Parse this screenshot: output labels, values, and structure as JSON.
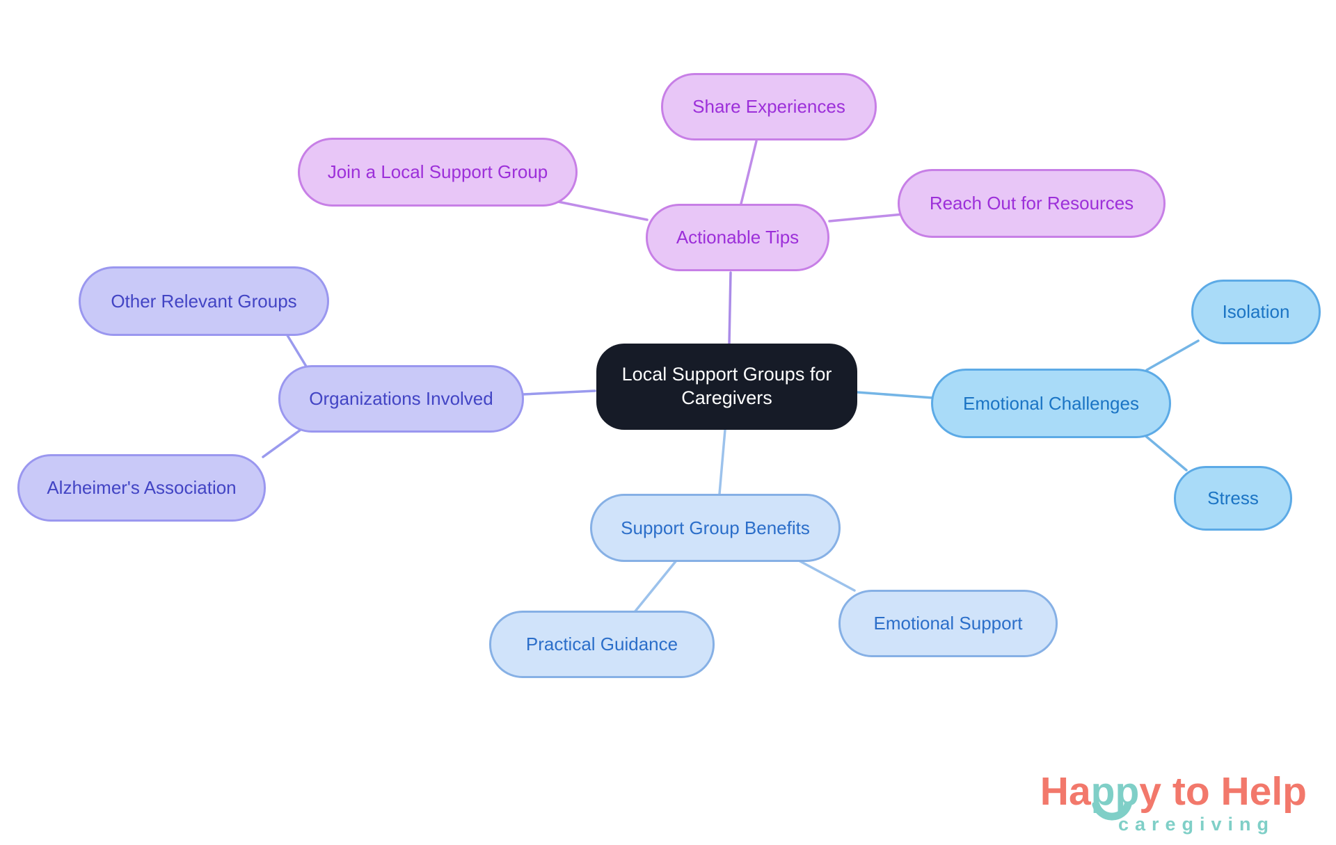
{
  "palette": {
    "background": "#ffffff",
    "central_fill": "#161b27",
    "central_text": "#ffffff",
    "purple_fill": "#e8c6f7",
    "purple_border": "#c77fe6",
    "purple_text": "#9c2fd9",
    "purple_line": "#bf8ce9",
    "purple_trunk_line": "#ab8ce8",
    "periwinkle_fill": "#c9c9f8",
    "periwinkle_border": "#9a97ef",
    "periwinkle_text": "#4244c4",
    "periwinkle_line": "#9a9aee",
    "sky_fill": "#a9dbf8",
    "sky_border": "#5caae6",
    "sky_text": "#1b74c4",
    "sky_line": "#74b5e6",
    "pale_fill": "#d0e3fa",
    "pale_border": "#86b0e5",
    "pale_text": "#2b6ec9",
    "pale_line": "#9cc2ec",
    "logo_coral": "#f2786b",
    "logo_teal": "#7fcfc7"
  },
  "nodes": {
    "central": "Local Support Groups for Caregivers",
    "tips": "Actionable Tips",
    "join": "Join a Local Support Group",
    "share": "Share Experiences",
    "reach": "Reach Out for Resources",
    "challenges": "Emotional Challenges",
    "isolation": "Isolation",
    "stress": "Stress",
    "organizations": "Organizations Involved",
    "other_groups": "Other Relevant Groups",
    "alzheimers": "Alzheimer's Association",
    "benefits": "Support Group Benefits",
    "practical": "Practical Guidance",
    "emotional_support": "Emotional Support"
  },
  "hierarchy": {
    "root": "central",
    "branches": [
      {
        "node": "tips",
        "children": [
          "join",
          "share",
          "reach"
        ]
      },
      {
        "node": "challenges",
        "children": [
          "isolation",
          "stress"
        ]
      },
      {
        "node": "organizations",
        "children": [
          "other_groups",
          "alzheimers"
        ]
      },
      {
        "node": "benefits",
        "children": [
          "practical",
          "emotional_support"
        ]
      }
    ]
  },
  "logo": {
    "part1": "Ha",
    "part2": "pp",
    "part3": "y to Help",
    "subtitle": "caregiving"
  }
}
